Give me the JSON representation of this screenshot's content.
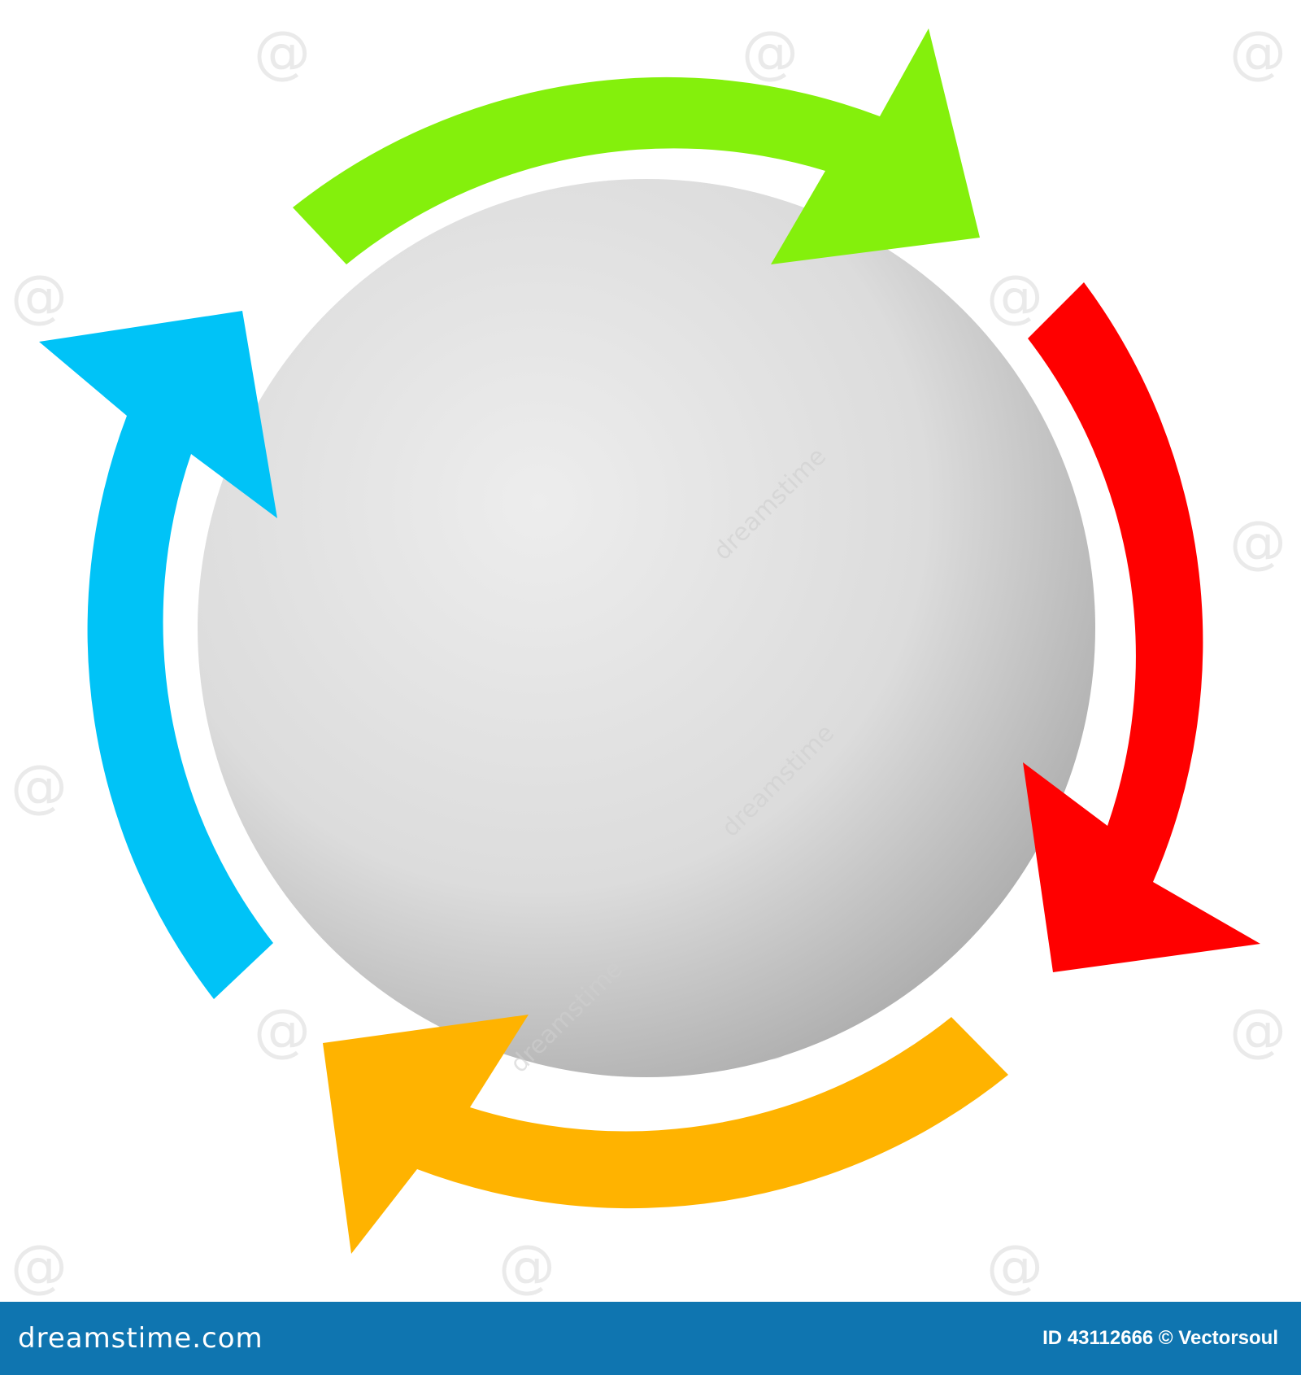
{
  "diagram": {
    "center_shape": "sphere",
    "arrows": [
      {
        "id": "green",
        "color": "#84f00c",
        "direction": "clockwise"
      },
      {
        "id": "red",
        "color": "#ff0000",
        "direction": "clockwise"
      },
      {
        "id": "orange",
        "color": "#ffb300",
        "direction": "clockwise"
      },
      {
        "id": "blue",
        "color": "#00c3f7",
        "direction": "clockwise"
      }
    ],
    "sphere_colors": {
      "light": "#ededed",
      "mid": "#dcdcdc",
      "dark": "#a9a9a9"
    }
  },
  "watermark": {
    "text": "dreamstime",
    "icon": "spiral-logo-icon"
  },
  "footer": {
    "site": "dreamstime.com",
    "image_id": "ID 43112666 © Vectorsoul",
    "background": "#0f75b0"
  }
}
